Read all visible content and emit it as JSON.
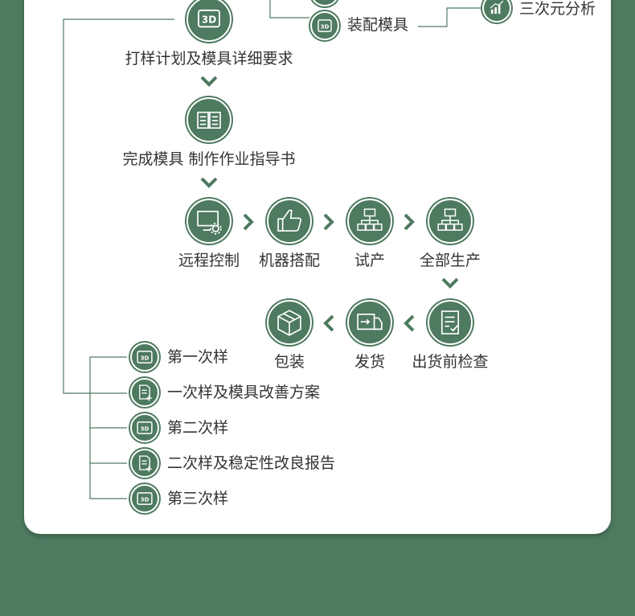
{
  "colors": {
    "green": "#4e7a60",
    "text": "#333333",
    "card": "#ffffff"
  },
  "top": {
    "assembly_mold": "装配模具",
    "three_d_analysis": "三次元分析"
  },
  "steps": {
    "sample_plan": "打样计划及模具详细要求",
    "complete_mold": "完成模具 制作作业指导书",
    "remote_control": "远程控制",
    "machine_setup": "机器搭配",
    "trial_production": "试产",
    "full_production": "全部生产",
    "pre_shipment_check": "出货前检查",
    "delivery": "发货",
    "packaging": "包装"
  },
  "samples": [
    {
      "label": "第一次样",
      "icon": "3d-icon"
    },
    {
      "label": "一次样及模具改善方案",
      "icon": "document-icon"
    },
    {
      "label": "第二次样",
      "icon": "3d-icon"
    },
    {
      "label": "二次样及稳定性改良报告",
      "icon": "document-icon"
    },
    {
      "label": "第三次样",
      "icon": "3d-icon"
    }
  ],
  "badge_3d": "3D"
}
